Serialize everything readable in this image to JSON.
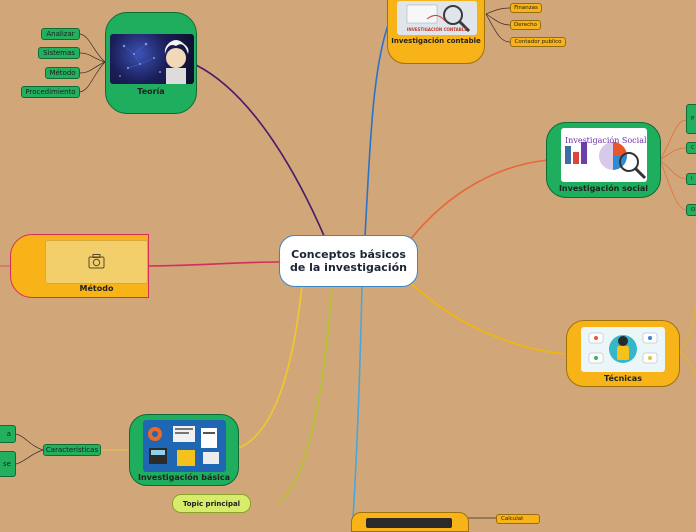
{
  "central": {
    "title": "Conceptos básicos de la investigación"
  },
  "teoria": {
    "label": "Teoría",
    "leaves": [
      "Analizar",
      "Sistemas",
      "Método",
      "Procedimiento"
    ]
  },
  "investigacion_contable": {
    "label": "Investigación contable",
    "image_caption": "INVESTIGACIÓN CONTABLE",
    "leaves": [
      "Finanzas",
      "Derecho",
      "Contador publico"
    ]
  },
  "investigacion_social": {
    "label": "Investigación social",
    "image_caption": "Investigación Social",
    "leaves_partial": [
      "P",
      "C",
      "I",
      "O"
    ]
  },
  "metodo": {
    "label": "Método",
    "icon": "camera-icon"
  },
  "tecnicas": {
    "label": "Técnicas"
  },
  "investigacion_basica": {
    "label": "Investigación básica",
    "leaves": [
      "Características"
    ],
    "sub_leaves_partial": [
      "a",
      "se"
    ]
  },
  "topic_principal": {
    "label": "Topic principal"
  },
  "bottom": {
    "leaf_partial": "Calculat"
  },
  "colors": {
    "background": "#d1a77a",
    "green": "#22b05f",
    "orange": "#f7b318",
    "central_border": "#3d86c6"
  }
}
